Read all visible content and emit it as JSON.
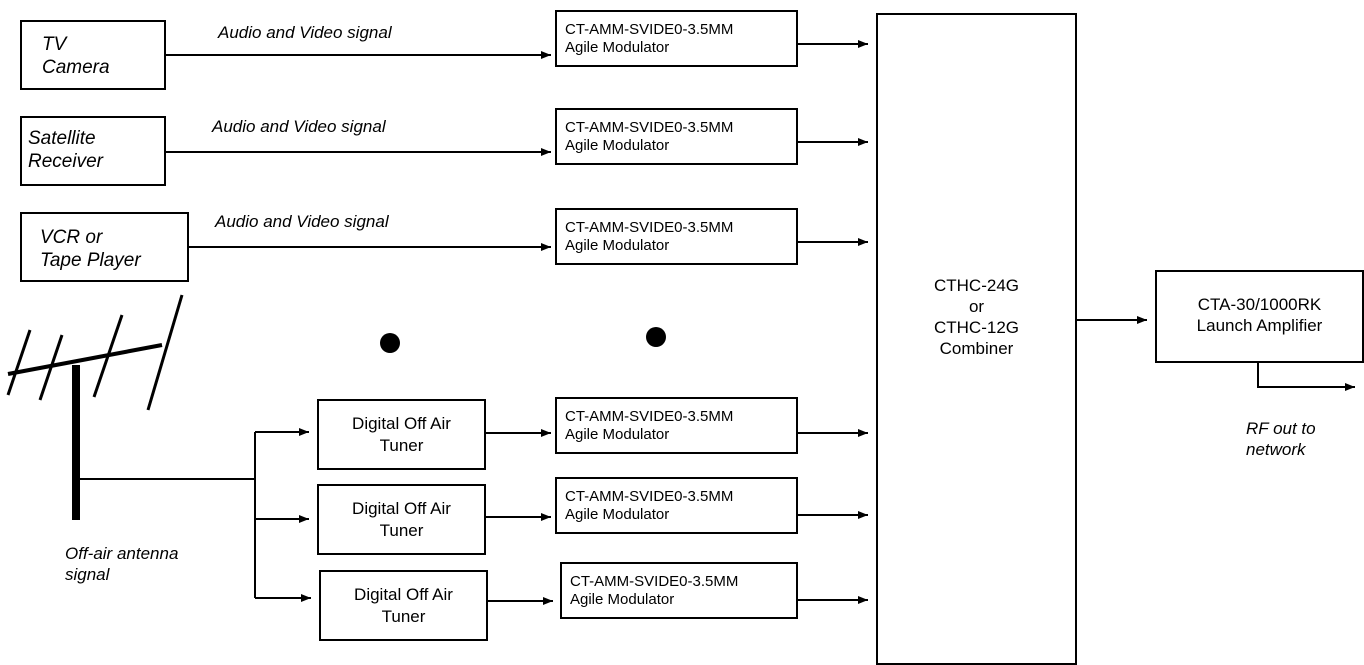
{
  "sources": [
    {
      "line1": "TV",
      "line2": "Camera"
    },
    {
      "line1": "Satellite",
      "line2": "Receiver"
    },
    {
      "line1": "VCR or",
      "line2": "Tape Player"
    }
  ],
  "signal_label": "Audio and  Video signal",
  "signal_label_3": "Audio and Video  signal",
  "modulator": {
    "model": "CT-AMM-SVIDE0-3.5MM",
    "type": "Agile Modulator"
  },
  "tuner": {
    "line1": "Digital Off Air",
    "line2": "Tuner"
  },
  "combiner": {
    "line1": "CTHC-24G",
    "line2": "or",
    "line3": "CTHC-12G",
    "line4": "Combiner"
  },
  "amplifier": {
    "line1": "CTA-30/1000RK",
    "line2": "Launch Amplifier"
  },
  "output_label": {
    "line1": "RF out  to",
    "line2": "network"
  },
  "antenna_label": {
    "line1": "Off-air antenna",
    "line2": "signal"
  }
}
